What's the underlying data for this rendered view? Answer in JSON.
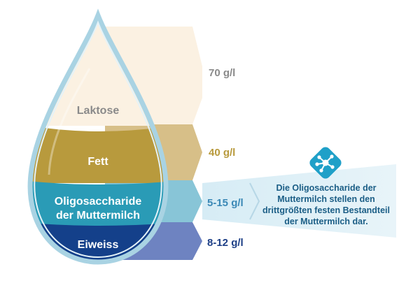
{
  "layers": [
    {
      "label": "Laktose",
      "value": "70 g/l"
    },
    {
      "label": "Fett",
      "value": "40 g/l"
    },
    {
      "label_lines": [
        "Oligosaccharide",
        "der Muttermilch"
      ],
      "value": "5-15 g/l"
    },
    {
      "label": "Eiweiss",
      "value": "8-12 g/l"
    }
  ],
  "callout": {
    "lines": [
      "Die Oligosaccharide der",
      "Muttermilch stellen den",
      "drittgrößten festen Bestandteil",
      "der Muttermilch dar."
    ],
    "icon": "molecule-icon"
  },
  "colors": {
    "laktose": "#fbf1e2",
    "fett": "#b89a3d",
    "oligo": "#2a9bb6",
    "eiweiss": "#14408a",
    "laktose_text": "#8a8a8a",
    "fett_value_text": "#b89a3d",
    "oligo_value_text": "#3a88b6",
    "eiweiss_value_text": "#1d3f86",
    "callout_text": "#1b5e86",
    "icon_bg": "#1fa0c8"
  }
}
